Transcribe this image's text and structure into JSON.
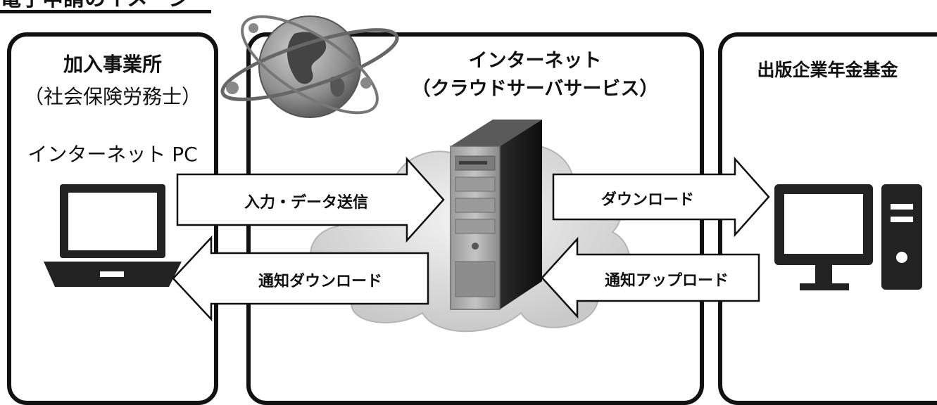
{
  "header": {
    "title_fragment": "電子申請のイメージ"
  },
  "panels": {
    "left": {
      "title": "加入事業所",
      "subtitle": "（社会保険労務士）",
      "device_label": "インターネット PC"
    },
    "middle": {
      "title": "インターネット",
      "subtitle": "（クラウドサーバサービス）"
    },
    "right": {
      "title": "出版企業年金基金"
    }
  },
  "arrows": {
    "input_send": "入力・データ送信",
    "notice_download": "通知ダウンロード",
    "download": "ダウンロード",
    "notice_upload": "通知アップロード"
  },
  "icons": [
    "globe-icon",
    "cloud-icon",
    "server-tower-icon",
    "laptop-icon",
    "desktop-pc-icon"
  ]
}
